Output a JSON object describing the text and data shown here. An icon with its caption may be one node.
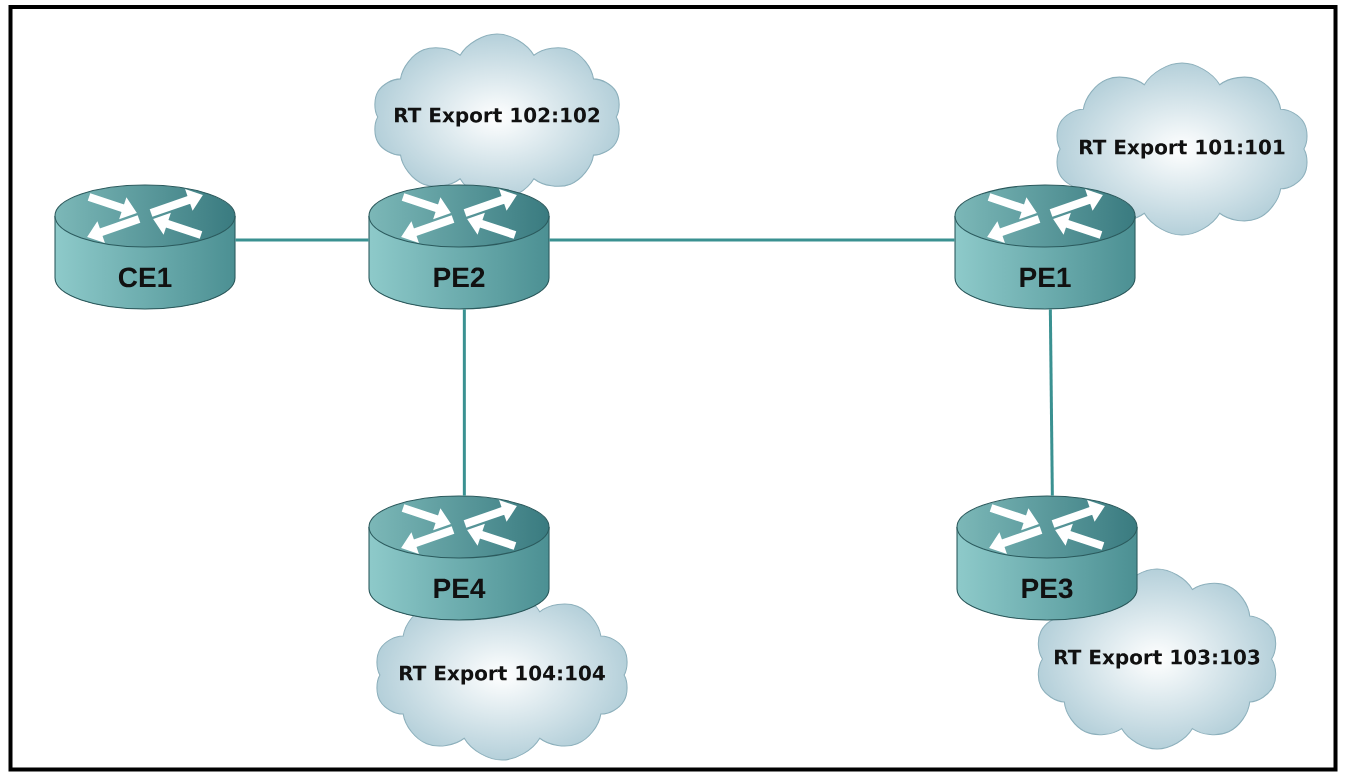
{
  "diagram": {
    "nodes": [
      {
        "text": [
          "RT Export 102:102"
        ]
      },
      {
        "text": [
          "RT Export 101:101"
        ]
      },
      {
        "text": [
          "CE1"
        ]
      },
      {
        "text": [
          "PE2"
        ]
      },
      {
        "text": [
          "PE1"
        ]
      },
      {
        "text": [
          "PE4"
        ]
      },
      {
        "text": [
          "PE3"
        ]
      },
      {
        "text": [
          "RT Export 104:104"
        ]
      },
      {
        "text": [
          "RT Export 103:103"
        ]
      }
    ],
    "edges": [
      {
        "from": 2,
        "to": 3,
        "arrow": "none"
      },
      {
        "from": 3,
        "to": 4,
        "arrow": "none"
      },
      {
        "from": 3,
        "to": 5,
        "arrow": "none"
      },
      {
        "from": 4,
        "to": 6,
        "arrow": "none"
      }
    ]
  }
}
